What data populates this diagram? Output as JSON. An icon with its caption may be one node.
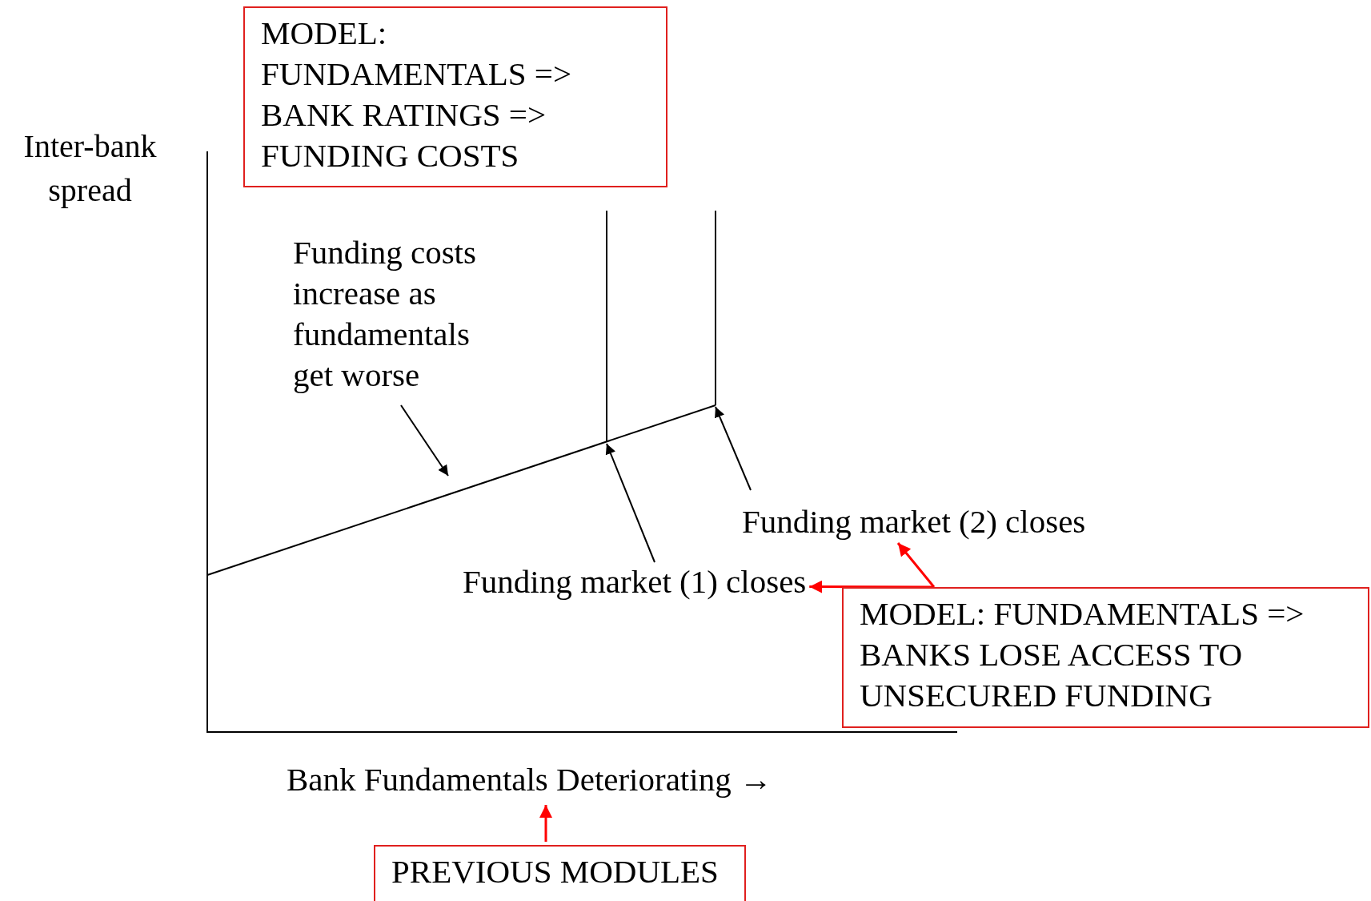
{
  "diagram": {
    "nodes": [
      {
        "text": [
          "MODEL:",
          "FUNDAMENTALS =>",
          "BANK RATINGS =>",
          "FUNDING COSTS"
        ]
      },
      {
        "text": [
          "Funding costs increase as fundamentals get worse"
        ]
      },
      {
        "text": [],
        "shape": "line"
      },
      {
        "text": [
          "Funding market (2) closes"
        ]
      },
      {
        "text": [
          "Funding market (1) closes"
        ]
      },
      {
        "text": [
          "MODEL: FUNDAMENTALS => BANKS LOSE ACCESS TO UNSECURED FUNDING"
        ]
      },
      {
        "text": [
          "Bank Fundamentals Deteriorating →"
        ]
      },
      {
        "text": [
          "PREVIOUS MODULES"
        ]
      }
    ],
    "edges": [
      {
        "from": 1,
        "to": 2,
        "arrow": "to"
      },
      {
        "from": 3,
        "to": 2,
        "arrow": "to"
      },
      {
        "from": 4,
        "to": 2,
        "arrow": "to"
      },
      {
        "from": 5,
        "to": 4,
        "arrow": "to",
        "color": "#ff0000"
      },
      {
        "from": 5,
        "to": 3,
        "arrow": "to",
        "color": "#ff0000"
      },
      {
        "from": 7,
        "to": 6,
        "arrow": "to",
        "color": "#ff0000"
      }
    ],
    "labels": [
      "Inter-bank spread"
    ]
  }
}
